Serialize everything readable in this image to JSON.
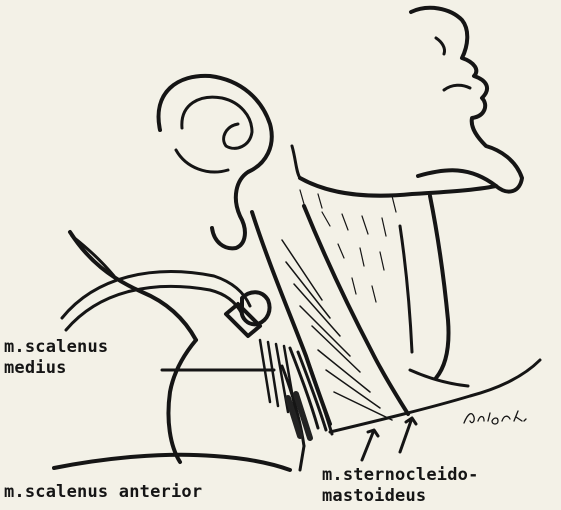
{
  "labels": {
    "scalenus_medius": "m.scalenus\nmedius",
    "scalenus_anterior": "m.scalenus anterior",
    "sternocleidomastoideus": "m.sternocleido-\nmastoideus"
  },
  "signature_text": "b.v. brek.",
  "colors": {
    "ink": "#151515",
    "paper": "#f3f1e7"
  }
}
